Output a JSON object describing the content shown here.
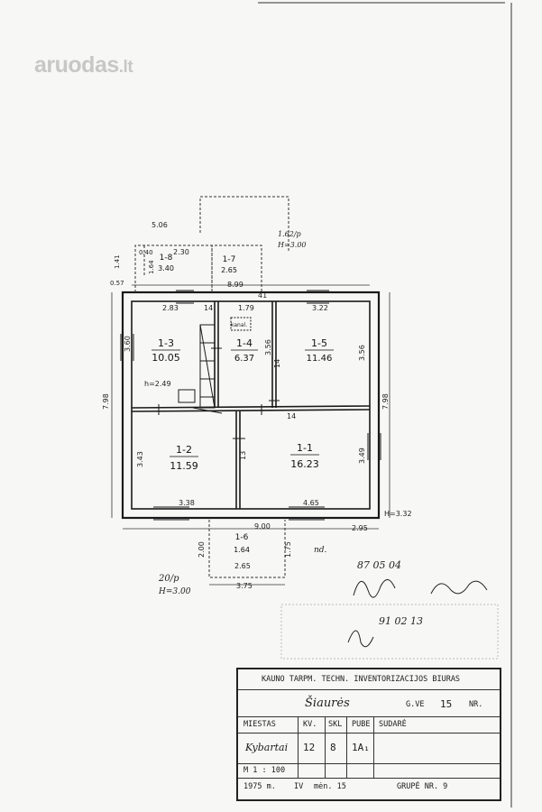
{
  "watermark": {
    "text": "aruodas",
    "tld": ".lt"
  },
  "rooms": [
    {
      "id": "1-1",
      "area": "16.23"
    },
    {
      "id": "1-2",
      "area": "11.59"
    },
    {
      "id": "1-3",
      "area": "10.05"
    },
    {
      "id": "1-4",
      "area": "6.37"
    },
    {
      "id": "1-5",
      "area": "11.46"
    },
    {
      "id": "1-6",
      "area": "1.64"
    },
    {
      "id": "1-7",
      "area": "2.65"
    },
    {
      "id": "1-8",
      "area": "3.40"
    }
  ],
  "dims": {
    "top_total": "8.99",
    "left_total": "7.98",
    "right_total": "7.98",
    "bottom_total": "9.00",
    "r3_w": "2.83",
    "r3_h": "3.60",
    "r4_w": "1.79",
    "r4_h": "3.56",
    "r5_w": "3.22",
    "r5_h": "3.56",
    "r2_h": "3.43",
    "r2_w": "3.38",
    "r1_w": "4.65",
    "r1_h": "3.49",
    "wall_a": "14",
    "wall_b": "41",
    "wall_c": "14",
    "wall_d": "14",
    "wall_e": "13",
    "ceiling": "h=2.49",
    "height": "H=3.32",
    "kanal": "kanal.",
    "ann_top": "5.06",
    "ann_top2": "2.30",
    "ann_a": "0.40",
    "ann_b": "1.41",
    "ann_c": "0.57",
    "ann_d": "1.64",
    "vest_w": "2.65",
    "vest_total": "3.75",
    "vest_h": "2.00",
    "vest_h2": "1.75",
    "porch_label": "1.62/p",
    "porch_h": "H=3.00",
    "porch2_label": "20/p",
    "porch2_h": "H=3.00",
    "side": "2.95"
  },
  "notes": {
    "sig1": "87 05 04",
    "sig2": "91 02 13",
    "nd": "nd."
  },
  "stamp": {
    "title": "KAUNO TARPM. TECHN. INVENTORIZACIJOS BIURAS",
    "street": "Šiaurės",
    "gve_label": "G.VE",
    "gve": "15",
    "nr": "NR.",
    "h_miestas": "MIESTAS",
    "h_kv": "KV.",
    "h_skl": "SKL",
    "h_pube": "PUBE",
    "h_sudare": "SUDARĖ",
    "city": "Kybartai",
    "kv": "12",
    "skl": "8",
    "pube": "1A₁",
    "scale": "M 1 : 100",
    "year": "1975 m.",
    "year_extra": "IV",
    "month": "mėn. 15",
    "group": "GRUPĖ NR. 9"
  }
}
